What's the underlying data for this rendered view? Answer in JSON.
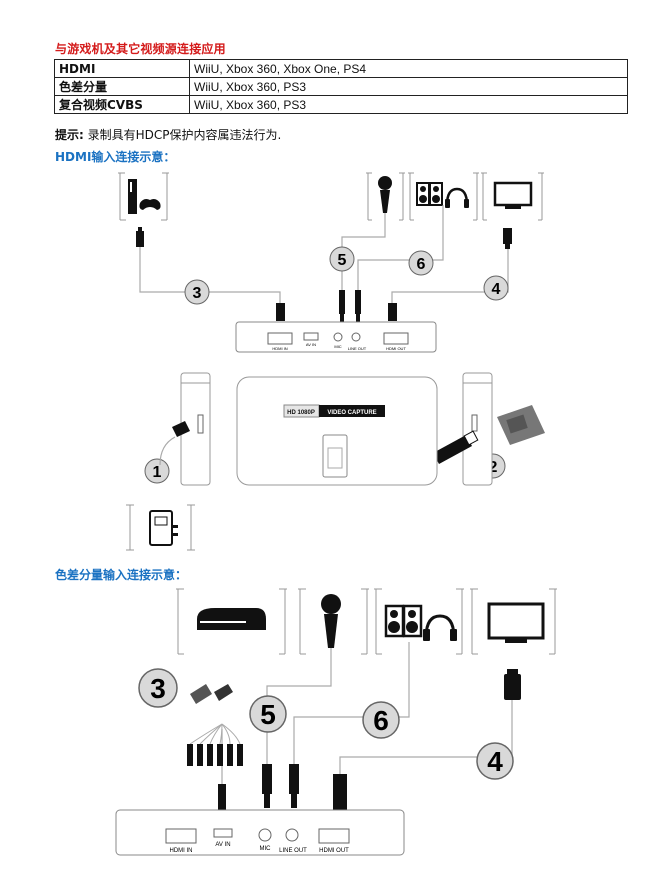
{
  "header": {
    "title": "与游戏机及其它视频源连接应用"
  },
  "compat_table": [
    {
      "source": "HDMI",
      "devices": "WiiU, Xbox 360, Xbox One, PS4"
    },
    {
      "source": "色差分量",
      "devices": "WiiU, Xbox 360, PS3"
    },
    {
      "source": "复合视频CVBS",
      "devices": "WiiU, Xbox 360, PS3"
    }
  ],
  "note": {
    "label": "提示:",
    "text": " 录制具有HDCP保护内容属违法行为."
  },
  "hdmi_section": {
    "title": "HDMI输入连接示意："
  },
  "component_section": {
    "title": "色差分量输入连接示意："
  },
  "device": {
    "label_left": "HD 1080P",
    "label_right": "VIDEO CAPTURE",
    "port_hdmi_in": "HDMI IN",
    "port_av_in": "AV IN",
    "port_mic": "MIC",
    "port_line_out": "LINE OUT",
    "port_hdmi_out": "HDMI OUT"
  },
  "callouts": [
    "1",
    "2",
    "3",
    "4",
    "5",
    "6"
  ]
}
